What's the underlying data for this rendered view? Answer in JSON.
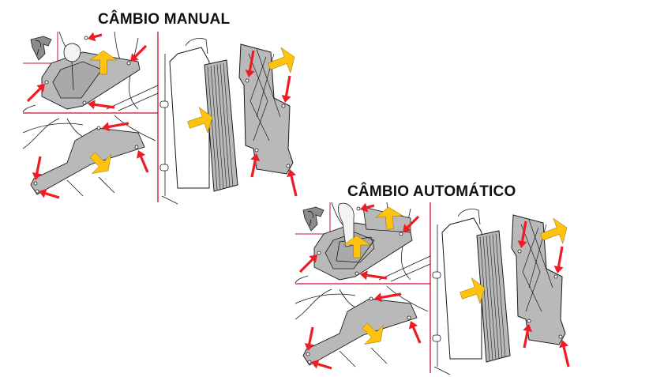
{
  "colors": {
    "arrow_red": "#ee1c25",
    "arrow_yellow": "#ffc20e",
    "panel_gray": "#b9b9b9",
    "divider_red": "#c8102e",
    "line": "#1a1a1a"
  },
  "sections": [
    {
      "id": "manual",
      "title": "CÂMBIO MANUAL",
      "panels": [
        {
          "name": "shifter-console-trim",
          "clip_inset": true,
          "red_arrows": 4,
          "yellow_arrows": 1
        },
        {
          "name": "lower-console-cover",
          "red_arrows": 4,
          "yellow_arrows": 1
        },
        {
          "name": "cabin-filter-housing",
          "red_arrows": 4,
          "yellow_arrows": 2
        }
      ]
    },
    {
      "id": "auto",
      "title": "CÂMBIO AUTOMÁTICO",
      "panels": [
        {
          "name": "shifter-console-trim",
          "clip_inset": true,
          "red_arrows": 4,
          "yellow_arrows": 2
        },
        {
          "name": "lower-console-cover",
          "red_arrows": 4,
          "yellow_arrows": 1
        },
        {
          "name": "cabin-filter-housing",
          "red_arrows": 4,
          "yellow_arrows": 2
        }
      ]
    }
  ]
}
